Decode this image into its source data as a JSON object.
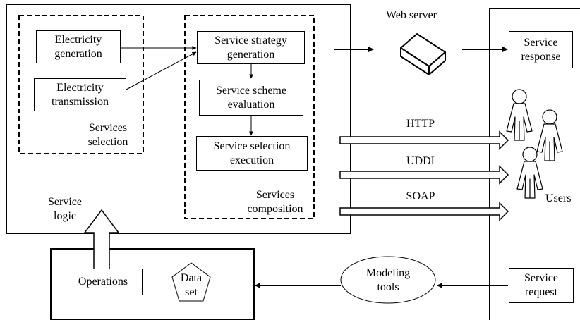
{
  "main_system": {
    "services_selection": {
      "label": "Services\nselection",
      "items": [
        "Electricity\ngeneration",
        "Electricity\ntransmission"
      ]
    },
    "services_composition": {
      "label": "Services\ncomposition",
      "steps": [
        "Service strategy\ngeneration",
        "Service scheme\nevaluation",
        "Service selection\nexecution"
      ]
    }
  },
  "web_server": {
    "label": "Web server"
  },
  "service_response": {
    "label": "Service\nresponse"
  },
  "protocols": [
    "HTTP",
    "UDDI",
    "SOAP"
  ],
  "users": {
    "label": "Users"
  },
  "service_logic": {
    "label": "Service\nlogic"
  },
  "bottom_box": {
    "operations": "Operations",
    "data_set": "Data\nset"
  },
  "modeling_tools": {
    "label": "Modeling\ntools"
  },
  "service_request": {
    "label": "Service\nrequest"
  }
}
